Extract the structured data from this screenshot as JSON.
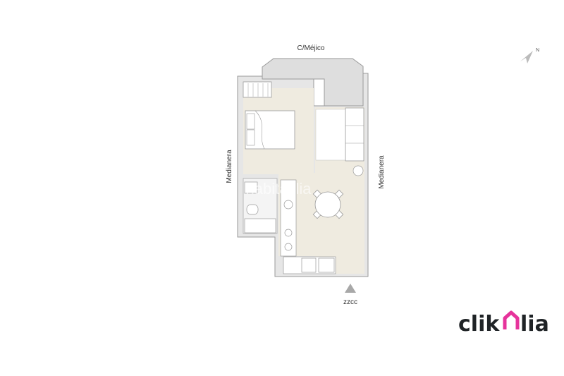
{
  "plan": {
    "street_label": "C/Méjico",
    "left_label": "Medianera",
    "right_label": "Medianera",
    "entrance_label": "zzcc",
    "compass_label": "N",
    "watermark": "habitaclia"
  },
  "brand": {
    "logo": "clikalia",
    "accent_color": "#e6339b",
    "text_color": "#1f2326"
  },
  "colors": {
    "floor": "#efebe0",
    "wall": "#e4e4e4",
    "wall_stroke": "#9a9a9a",
    "balcony": "#dcdcdc"
  }
}
